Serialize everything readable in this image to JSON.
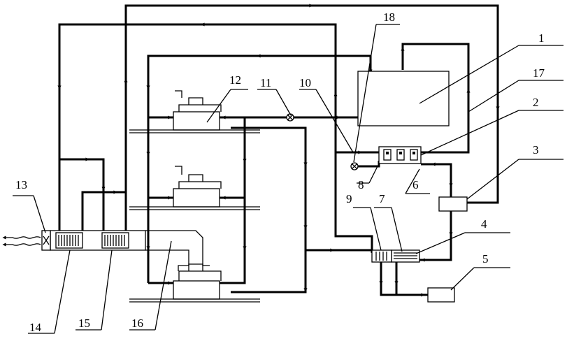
{
  "diagram": {
    "labels": [
      {
        "id": "1",
        "text": "1"
      },
      {
        "id": "2",
        "text": "2"
      },
      {
        "id": "3",
        "text": "3"
      },
      {
        "id": "4",
        "text": "4"
      },
      {
        "id": "5",
        "text": "5"
      },
      {
        "id": "6",
        "text": "6"
      },
      {
        "id": "7",
        "text": "7"
      },
      {
        "id": "8",
        "text": "8"
      },
      {
        "id": "9",
        "text": "9"
      },
      {
        "id": "10",
        "text": "10"
      },
      {
        "id": "11",
        "text": "11"
      },
      {
        "id": "12",
        "text": "12"
      },
      {
        "id": "13",
        "text": "13"
      },
      {
        "id": "14",
        "text": "14"
      },
      {
        "id": "15",
        "text": "15"
      },
      {
        "id": "16",
        "text": "16"
      },
      {
        "id": "17",
        "text": "17"
      },
      {
        "id": "18",
        "text": "18"
      }
    ],
    "colors": {
      "line": "#000000",
      "background": "#ffffff"
    }
  }
}
